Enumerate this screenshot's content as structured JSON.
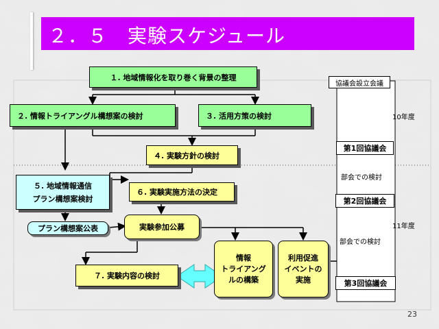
{
  "title": "２．５　実験スケジュール",
  "page_number": "23",
  "boxes": {
    "b1": "１. 地域情報化を取り巻く背景の整理",
    "b2": "２. 情報トライアングル構想案の検討",
    "b3": "３. 活用方策の検討",
    "b4": "４. 実験方針の検討",
    "b5_line1": "５. 地域情報通信",
    "b5_line2": "プラン構想案検討",
    "b6": "６. 実験実施方法の決定",
    "b7": "７. 実験内容の検討",
    "plan_publish": "プラン構想案公表",
    "recruit": "実験参加公募",
    "triangle_line1": "情報",
    "triangle_line2": "トライアング",
    "triangle_line3": "ルの構築",
    "event_line1": "利用促進",
    "event_line2": "イベントの",
    "event_line3": "実施"
  },
  "timeline": {
    "setup_meeting": "協議会設立会議",
    "fy10": "10年度",
    "fy11": "11年度",
    "meeting1": "第1回協議会",
    "meeting2": "第2回協議会",
    "meeting3": "第3回協議会",
    "subcommittee1": "部会での検討",
    "subcommittee2": "部会での検討"
  },
  "colors": {
    "title_bg": "#cc00ff",
    "green": "#99ff99",
    "yellow": "#ffff99",
    "lightblue": "#ccffff",
    "arrow_fill": "#66ffff"
  }
}
